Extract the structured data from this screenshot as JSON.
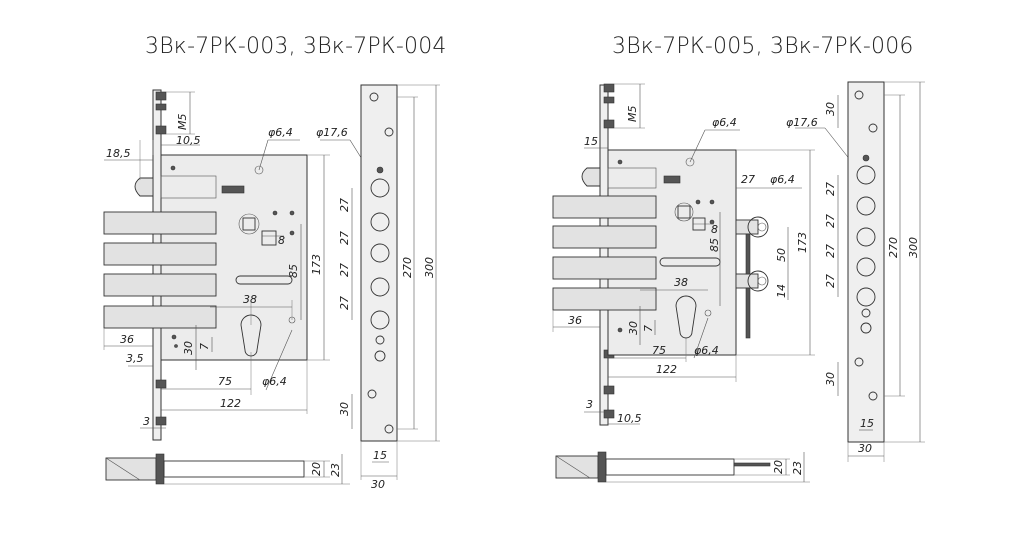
{
  "titles": {
    "left": "3Вк-7РК-003, 3Вк-7РК-004",
    "right": "3Вк-7РК-005, 3Вк-7РК-006"
  },
  "left_dims": {
    "m5": "M5",
    "d105": "10,5",
    "d185": "18,5",
    "d64a": "φ6,4",
    "d176": "φ17,6",
    "d8": "8",
    "d85": "85",
    "d173": "173",
    "d38": "38",
    "d36": "36",
    "d35": "3,5",
    "d30": "30",
    "d7": "7",
    "d75": "75",
    "d64b": "φ6,4",
    "d122": "122",
    "d3": "3",
    "d27a": "27",
    "d27b": "27",
    "d27c": "27",
    "d27d": "27",
    "d270": "270",
    "d300": "300",
    "d30b": "30",
    "d15": "15",
    "d30c": "30",
    "d20": "20",
    "d23": "23"
  },
  "right_dims": {
    "m5": "M5",
    "d15": "15",
    "d64a": "φ6,4",
    "d176": "φ17,6",
    "d27": "27",
    "d64c": "φ6,4",
    "d8": "8",
    "d85": "85",
    "d173": "173",
    "d50": "50",
    "d38": "38",
    "d14": "14",
    "d36": "36",
    "d30": "30",
    "d7": "7",
    "d75": "75",
    "d64b": "φ6,4",
    "d122": "122",
    "d3": "3",
    "d105": "10,5",
    "d30t": "30",
    "d27a": "27",
    "d27b": "27",
    "d27c": "27",
    "d27d": "27",
    "d270": "270",
    "d300": "300",
    "d30b": "30",
    "d15b": "15",
    "d30c": "30",
    "d20": "20",
    "d23": "23"
  }
}
